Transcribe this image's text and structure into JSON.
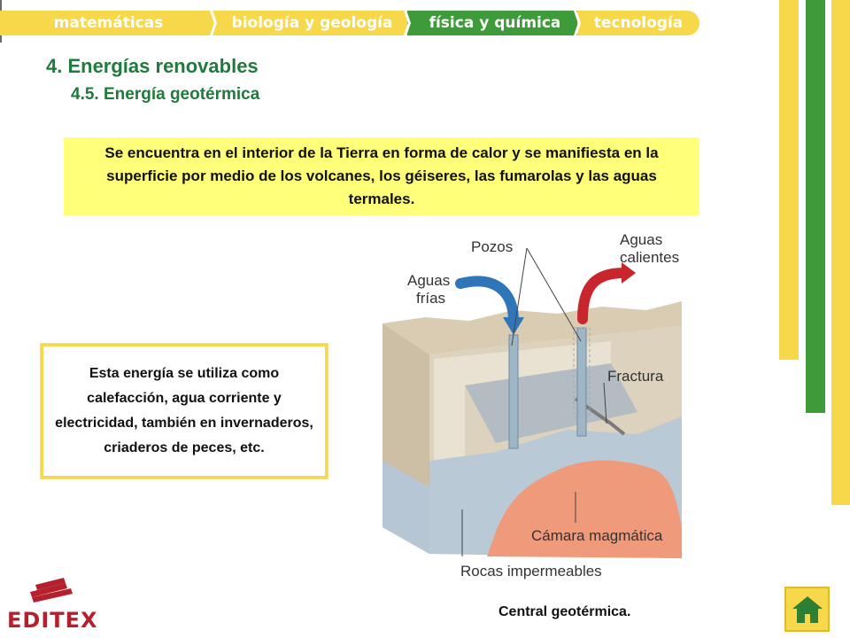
{
  "nav": {
    "tabs": [
      {
        "label": "matemáticas",
        "active": false
      },
      {
        "label": "biología y geología",
        "active": false
      },
      {
        "label": "física y química",
        "active": true
      },
      {
        "label": "tecnología",
        "active": false
      }
    ]
  },
  "heading": {
    "title": "4. Energías renovables",
    "subtitle": "4.5. Energía geotérmica"
  },
  "intro_text": "Se encuentra en el interior de la Tierra en forma de calor y se manifiesta en la superficie por medio de los volcanes, los géiseres, las fumarolas y las aguas termales.",
  "usage_text": "Esta energía se utiliza como calefacción, agua corriente y electricidad, también en invernaderos, criaderos de peces, etc.",
  "diagram": {
    "labels": {
      "pozos": "Pozos",
      "aguas_calientes_1": "Aguas",
      "aguas_calientes_2": "calientes",
      "aguas_frias_1": "Aguas",
      "aguas_frias_2": "frías",
      "fractura": "Fractura",
      "camara": "Cámara magmática",
      "rocas": "Rocas impermeables"
    },
    "caption": "Central geotérmica."
  },
  "brand": {
    "logo_text": "EDITEX"
  },
  "colors": {
    "accent_green": "#3e9b3a",
    "accent_yellow": "#f6d84a",
    "highlight_yellow": "#ffff7a",
    "title_green": "#1f7a3b",
    "brand_red": "#b5202e"
  }
}
